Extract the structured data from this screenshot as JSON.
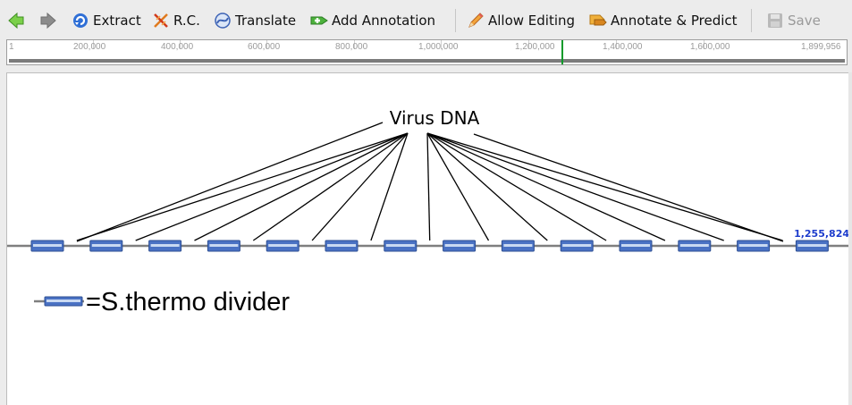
{
  "toolbar": {
    "back_icon": "back-arrow-icon",
    "forward_icon": "forward-arrow-icon",
    "extract_label": "Extract",
    "rc_label": "R.C.",
    "translate_label": "Translate",
    "add_annotation_label": "Add Annotation",
    "allow_editing_label": "Allow Editing",
    "annotate_predict_label": "Annotate & Predict",
    "save_label": "Save"
  },
  "ruler": {
    "start_label": "1",
    "ticks": [
      "200,000",
      "400,000",
      "600,000",
      "800,000",
      "1,000,000",
      "1,200,000",
      "1,400,000",
      "1,600,000"
    ],
    "end_label": "1,899,956"
  },
  "sequence_view": {
    "annotation_title": "Virus DNA",
    "position_label": "1,255,824",
    "legend_text": "=S.thermo divider",
    "divider_count": 14,
    "colors": {
      "divider_fill": "#4a72c4",
      "divider_stripe": "#c9d9f2",
      "backbone": "#7f7f7f",
      "position_text": "#1d3ccc",
      "cursor": "#0a9a2a"
    }
  }
}
